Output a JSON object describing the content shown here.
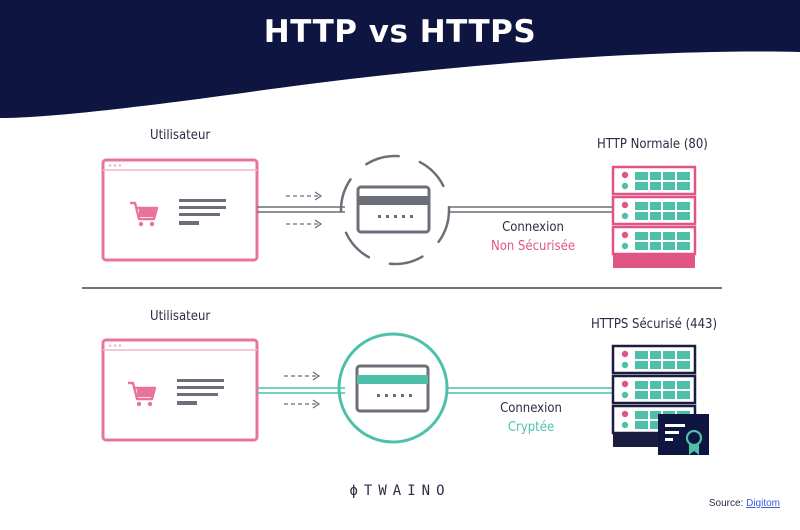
{
  "colors": {
    "navy": "#0e1540",
    "pink": "#e8749b",
    "pink_light": "#f2b6cb",
    "teal": "#4ec0aa",
    "gray": "#6c6e78",
    "server_pink": "#e05586",
    "server_navy": "#1a1d3d"
  },
  "title": "HTTP vs HTTPS",
  "http": {
    "user_label": "Utilisateur",
    "server_label": "HTTP Normale (80)",
    "connection_line1": "Connexion",
    "connection_line2": "Non Sécurisée"
  },
  "https": {
    "user_label": "Utilisateur",
    "server_label": "HTTPS Sécurisé (443)",
    "connection_line1": "Connexion",
    "connection_line2": "Cryptée"
  },
  "footer": {
    "brand_symbol": "ϕ",
    "brand": "TWAINO",
    "source_label": "Source:",
    "source_link": "Digitom"
  },
  "icons": [
    "shopping-cart-icon",
    "credit-card-icon",
    "server-rack-icon",
    "certificate-icon"
  ]
}
